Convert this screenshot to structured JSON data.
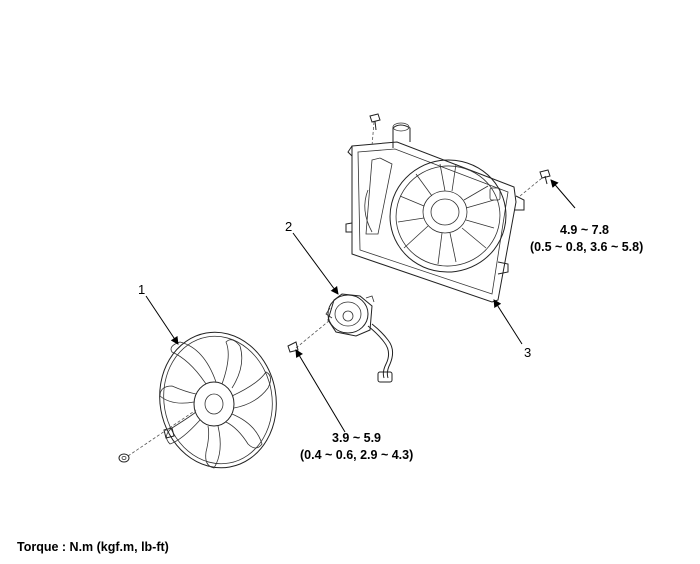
{
  "callouts": [
    {
      "id": "fan",
      "label": "1"
    },
    {
      "id": "motor",
      "label": "2"
    },
    {
      "id": "shroud",
      "label": "3"
    }
  ],
  "torque_specs": [
    {
      "id": "shroud-bolt",
      "line1": "4.9 ~ 7.8",
      "line2": "(0.5 ~ 0.8, 3.6 ~ 5.8)"
    },
    {
      "id": "motor-screw",
      "line1": "3.9 ~ 5.9",
      "line2": "(0.4 ~ 0.6, 2.9 ~ 4.3)"
    }
  ],
  "legend": "Torque : N.m (kgf.m, lb-ft)"
}
